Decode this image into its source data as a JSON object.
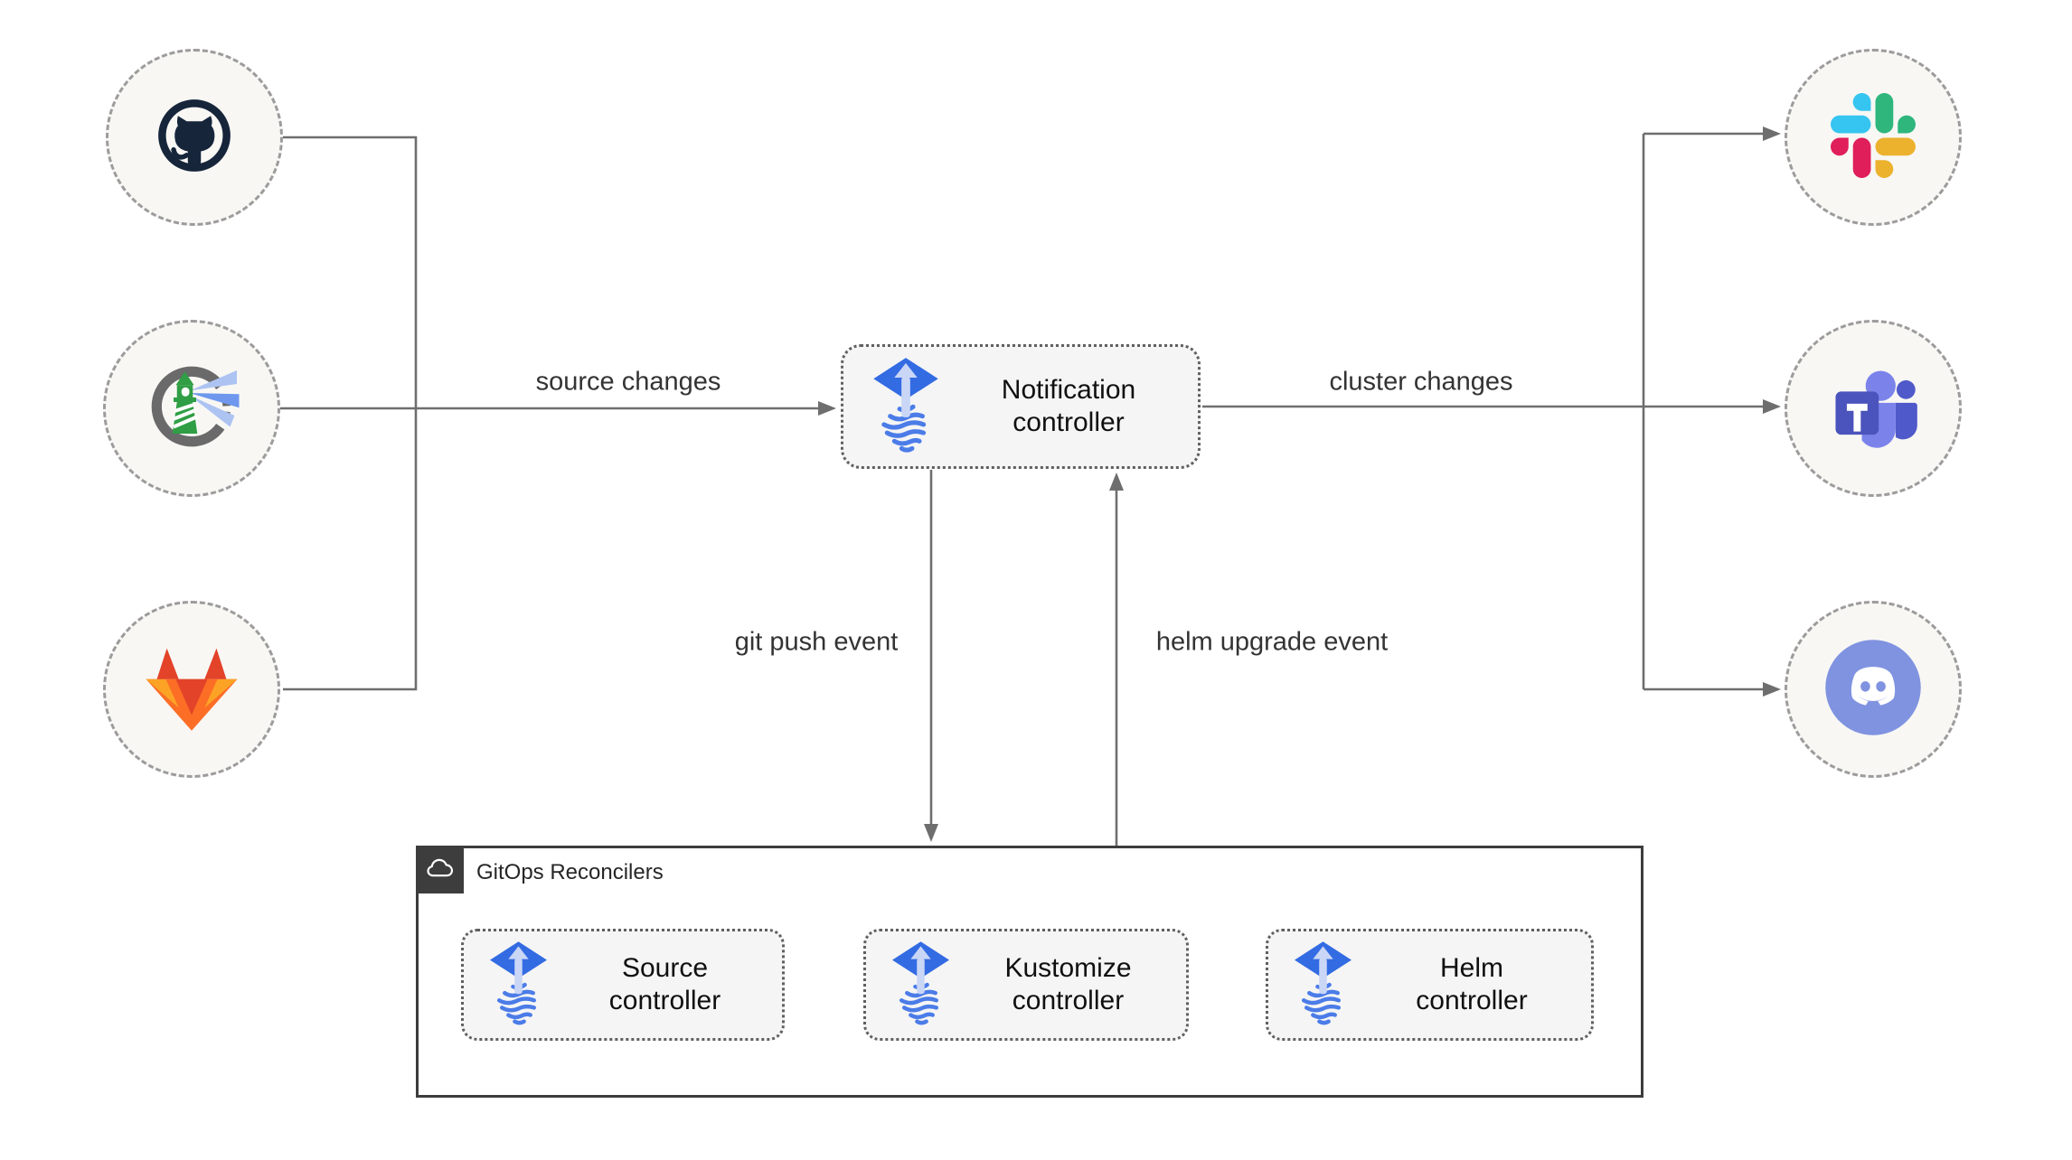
{
  "diagram": {
    "background": "#ffffff",
    "connector_color": "#6e6e6e"
  },
  "sources": {
    "items": [
      {
        "icon": "github-icon"
      },
      {
        "icon": "harbor-icon"
      },
      {
        "icon": "gitlab-icon"
      }
    ]
  },
  "notifiers": {
    "items": [
      {
        "icon": "slack-icon"
      },
      {
        "icon": "teams-icon"
      },
      {
        "icon": "discord-icon"
      }
    ]
  },
  "controllers": {
    "notification": {
      "label": "Notification controller"
    },
    "source": {
      "label": "Source controller"
    },
    "kustomize": {
      "label": "Kustomize controller"
    },
    "helm": {
      "label": "Helm controller"
    }
  },
  "group": {
    "label": "GitOps Reconcilers",
    "icon": "cloud-icon"
  },
  "edges": {
    "source_changes": "source changes",
    "cluster_changes": "cluster changes",
    "git_push": "git push event",
    "helm_upgrade": "helm upgrade event"
  },
  "colors": {
    "flux_blue": "#336be3",
    "flux_light": "#c9d6f6",
    "flux_wave": "#4b7ce8",
    "node_fill": "#f5f5f5",
    "circle_fill": "#f8f7f4",
    "group_border": "#3d3d3d",
    "github_navy": "#16253a",
    "harbor_green": "#2f9e44",
    "harbor_gray": "#6a6a6a",
    "harbor_beam": "#6f97ee",
    "gitlab_red": "#E24329",
    "gitlab_orange": "#FC6D26",
    "gitlab_yellow": "#FCA326",
    "slack_blue": "#36C5F0",
    "slack_green": "#2EB67D",
    "slack_yellow": "#ECB22E",
    "slack_red": "#E01E5A",
    "teams_purple": "#4b53bc",
    "teams_light": "#7b83eb",
    "teams_mid": "#5059c9",
    "discord_blurple": "#8093e0"
  }
}
